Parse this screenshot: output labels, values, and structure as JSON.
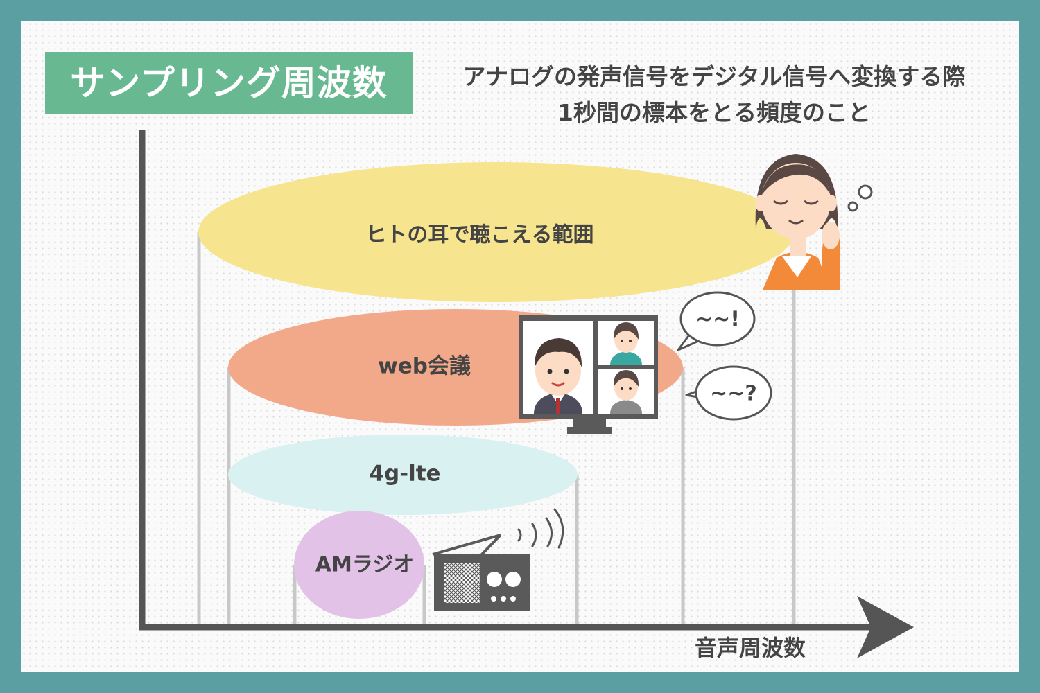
{
  "title": "サンプリング周波数",
  "description": {
    "line1": "アナログの発声信号をデジタル信号へ変換する際",
    "line2": "1秒間の標本をとる頻度のこと"
  },
  "x_axis_label": "音声周波数",
  "ranges": [
    {
      "label": "ヒトの耳で聴こえる範囲",
      "color": "#f7e48f"
    },
    {
      "label": "web会議",
      "color": "#f2a98a"
    },
    {
      "label": "4g-lte",
      "color": "#daf1f2"
    },
    {
      "label": "AMラジオ",
      "color": "#e3c2e8"
    }
  ],
  "speech_bubbles": [
    {
      "text": "~~!"
    },
    {
      "text": "~~?"
    }
  ],
  "icons": [
    "sleepy-woman-icon",
    "monitor-video-call-icon",
    "radio-icon",
    "signal-waves-icon"
  ],
  "colors": {
    "frame": "#5b9fa3",
    "title_bg": "#68b891",
    "axis": "#555555"
  }
}
